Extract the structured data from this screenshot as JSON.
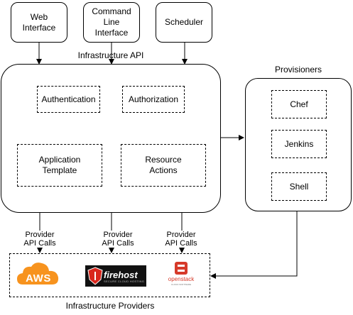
{
  "top_boxes": {
    "web": "Web\nInterface",
    "cli": "Command\nLine\nInterface",
    "scheduler": "Scheduler"
  },
  "infrastructure_api": {
    "title": "Infrastructure API",
    "authentication": "Authentication",
    "authorization": "Authorization",
    "application_template": "Application\nTemplate",
    "resource_actions": "Resource\nActions"
  },
  "provisioners": {
    "title": "Provisioners",
    "items": [
      "Chef",
      "Jenkins",
      "Shell"
    ]
  },
  "api_calls": [
    "Provider\nAPI Calls",
    "Provider\nAPI Calls",
    "Provider\nAPI Calls"
  ],
  "providers": {
    "title": "Infrastructure Providers",
    "aws": "AWS",
    "firehost": "firehost",
    "firehost_sub": "SECURE CLOUD HOSTING",
    "openstack": "openstack",
    "openstack_sub": "CLOUD SOFTWARE"
  },
  "colors": {
    "aws": "#f7931e",
    "firehost_bg": "#111111",
    "firehost_red": "#d9261c",
    "openstack_red": "#d63a2a"
  }
}
